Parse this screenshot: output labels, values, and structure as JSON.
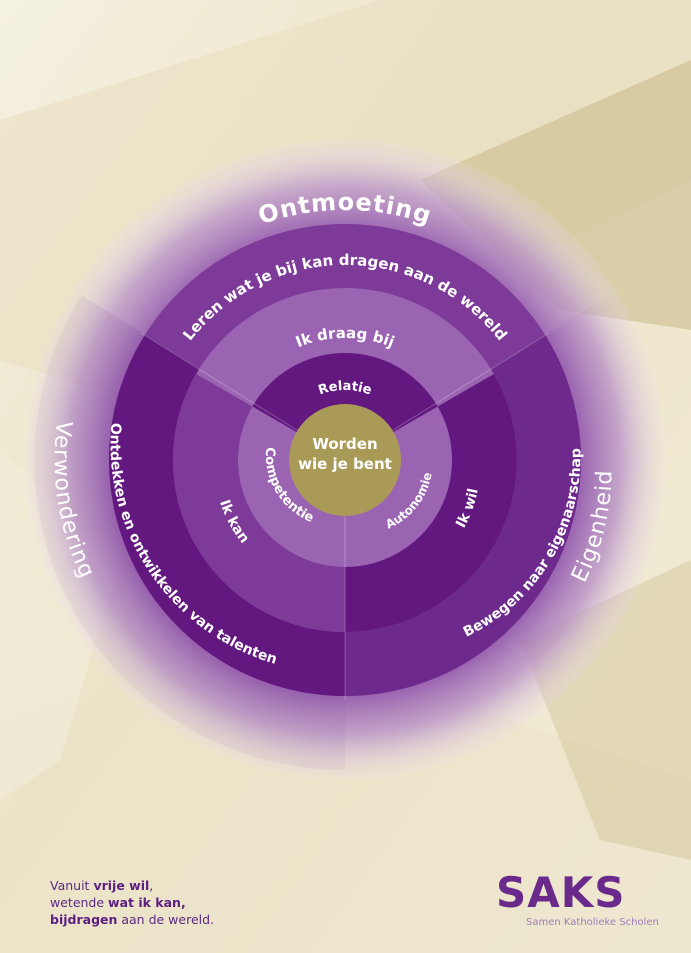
{
  "center": {
    "line1": "Worden",
    "line2": "wie je bent"
  },
  "inner_ring": {
    "top": "Relatie",
    "left": "Competentie",
    "right": "Autonomie"
  },
  "middle_ring": {
    "top": "Ik draag bij",
    "left": "Ik kan",
    "right": "Ik wil"
  },
  "outer_ring": {
    "top": "Leren wat je bij kan dragen aan de wereld",
    "left": "Ontdekken en ontwikkelen van talenten",
    "right": "Bewegen naar eigenaarschap"
  },
  "halo": {
    "top": "Ontmoeting",
    "left": "Verwondering",
    "right": "Eigenheid"
  },
  "footer": {
    "line1_a": "Vanuit ",
    "line1_b": "vrije wil",
    "line2_a": "wetende ",
    "line2_b": "wat ik kan,",
    "line3_a": "bijdragen",
    "line3_b": " aan de wereld."
  },
  "logo": {
    "wordmark": "SAKS",
    "subtitle": "Samen Katholieke Scholen"
  },
  "colors": {
    "purple_dark": "#62187f",
    "purple_mid": "#7d3a98",
    "purple_light": "#9a64b2",
    "center_gold": "#aa9a58",
    "background_cream": "#efe8cf"
  }
}
